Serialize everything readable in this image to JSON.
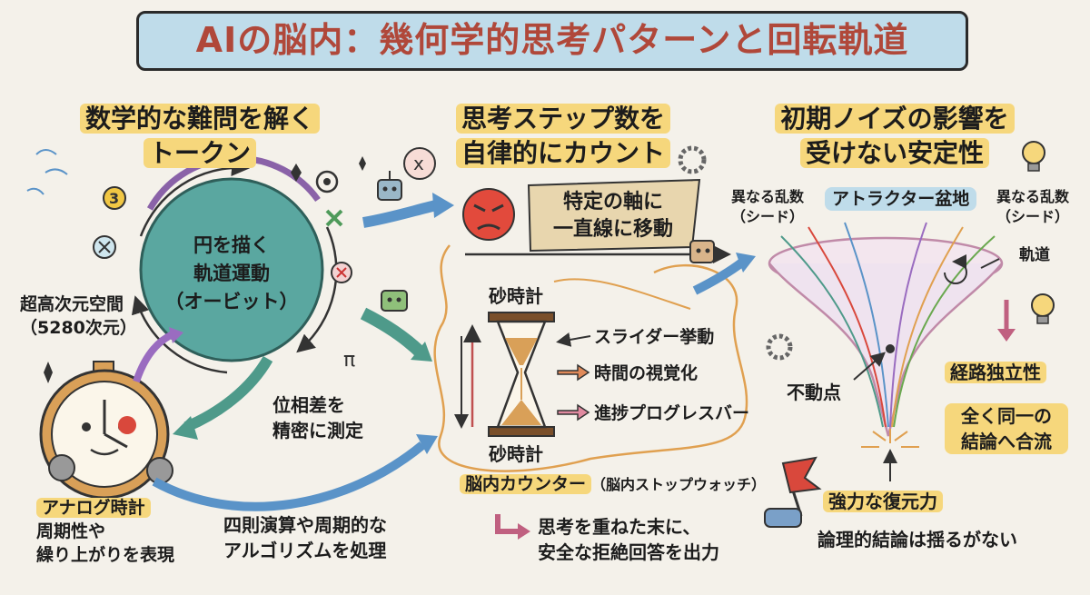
{
  "title": "AIの脳内：幾何学的思考パターンと回転軌道",
  "left": {
    "heading_line1": "数学的な難問を解く",
    "heading_line2": "トークン",
    "orbit_label_line1": "円を描く",
    "orbit_label_line2": "軌道運動",
    "orbit_label_line3": "（オービット）",
    "space_line1": "超高次元空間",
    "space_line2": "（5280次元）",
    "phase_line1": "位相差を",
    "phase_line2": "精密に測定",
    "clock_title": "アナログ時計",
    "clock_line1": "周期性や",
    "clock_line2": "繰り上がりを表現",
    "arith_line1": "四則演算や周期的な",
    "arith_line2": "アルゴリズムを処理"
  },
  "middle": {
    "heading_line1": "思考ステップ数を",
    "heading_line2": "自律的にカウント",
    "scroll_line1": "特定の軸に",
    "scroll_line2": "一直線に移動",
    "hourglass_top": "砂時計",
    "slider": "スライダー挙動",
    "time_visual": "時間の視覚化",
    "progress": "進捗プログレスバー",
    "hourglass_bottom": "砂時計",
    "counter": "脳内カウンター",
    "stopwatch": "（脳内ストップウォッチ）",
    "refuse_line1": "思考を重ねた末に、",
    "refuse_line2": "安全な拒絶回答を出力"
  },
  "right": {
    "heading_line1": "初期ノイズの影響を",
    "heading_line2": "受けない安定性",
    "seed_left_line1": "異なる乱数",
    "seed_left_line2": "（シード）",
    "attractor": "アトラクター盆地",
    "seed_right_line1": "異なる乱数",
    "seed_right_line2": "（シード）",
    "orbit": "軌道",
    "fixed_point": "不動点",
    "path_indep": "経路独立性",
    "converge_line1": "全く同一の",
    "converge_line2": "結論へ合流",
    "restoring": "強力な復元力",
    "logical": "論理的結論は揺るがない"
  },
  "glyphs": {
    "x_symbol": "x",
    "three": "3",
    "pi": "π"
  },
  "colors": {
    "title_text": "#b0483a",
    "title_bg": "#bfdcea",
    "highlight": "#f6d77c",
    "orbit_fill": "#5aa7a0",
    "orbit_ring": "#8a62a8",
    "arrow_blue": "#5a93c8",
    "arrow_teal": "#4e9a8a",
    "arrow_purple": "#9a6cc0",
    "sand": "#d9a058",
    "angry": "#e24a3c",
    "flag": "#d9483c"
  }
}
